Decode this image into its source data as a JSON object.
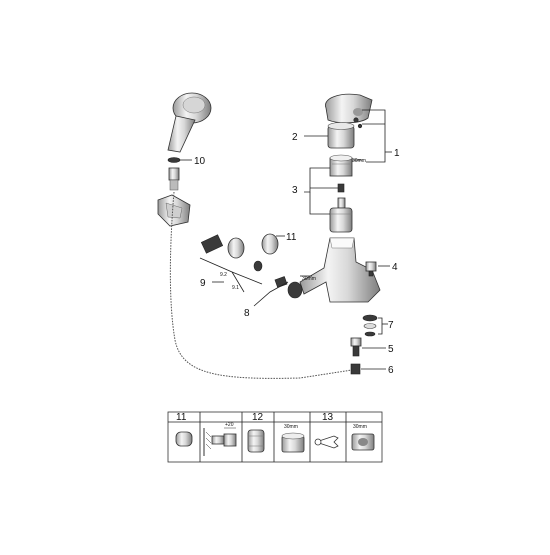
{
  "callouts": {
    "c1": "1",
    "c2": "2",
    "c3": "3",
    "c4": "4",
    "c5": "5",
    "c6": "6",
    "c7": "7",
    "c8": "8",
    "c9": "9",
    "c10": "10",
    "c11": "11"
  },
  "dimensions": {
    "cartridge_nut": "30mm",
    "nut_8": "30mm",
    "leg_9_2": "9.2",
    "leg_9_1": "9.1"
  },
  "table": {
    "header_11": "11",
    "header_12": "12",
    "header_13": "13",
    "depth": "+20",
    "wrench_size": "30mm",
    "nut_size": "30mm"
  }
}
